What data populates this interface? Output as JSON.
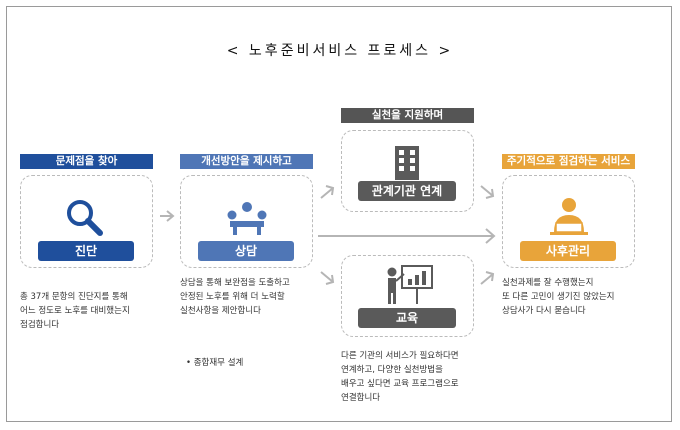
{
  "title": "< 노후준비서비스 프로세스 >",
  "steps": [
    {
      "header": "문제점을 찾아",
      "label": "진단",
      "icon": "magnifier-icon",
      "desc": [
        "총 37개 문항의 진단지를 통해",
        "어느 정도로 노후를 대비했는지",
        "점검합니다"
      ]
    },
    {
      "header": "개선방안을 제시하고",
      "label": "상담",
      "icon": "meeting-icon",
      "desc": [
        "상담을 통해 보완점을 도출하고",
        "안정된 노후를 위해 더 노력할",
        "실천사항을 제안합니다"
      ],
      "bullet": "• 종합재무 설계"
    },
    {
      "header": "실천을 지원하며",
      "label_top": "관계기관 연계",
      "icon_top": "building-icon",
      "label_bottom": "교육",
      "icon_bottom": "presentation-icon",
      "desc": [
        "다른 기관의 서비스가 필요하다면",
        "연계하고, 다양한 실천방법을",
        "배우고 싶다면 교육 프로그램으로",
        "연결합니다"
      ]
    },
    {
      "header": "주기적으로 점검하는 서비스",
      "label": "사후관리",
      "icon": "person-laptop-icon",
      "desc": [
        "실천과제를 잘 수행했는지",
        "또 다른 고민이 생기진 않았는지",
        "상담사가 다시 묻습니다"
      ]
    }
  ],
  "colors": {
    "dark_blue": "#1f4f9c",
    "mid_blue": "#4f76b6",
    "gray": "#555555",
    "orange": "#e8a43a"
  }
}
